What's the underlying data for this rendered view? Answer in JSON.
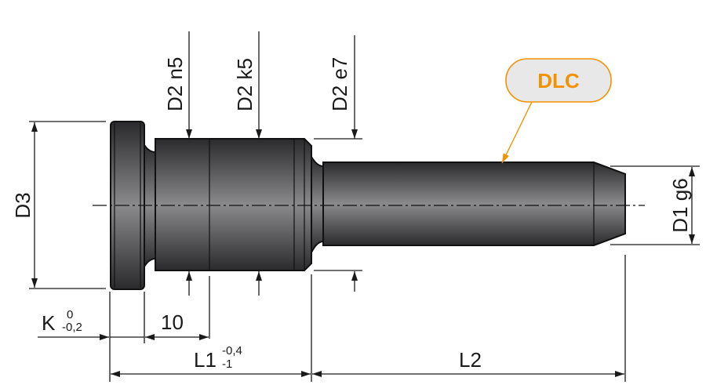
{
  "labels": {
    "d3": "D3",
    "d2_n5": "D2 n5",
    "d2_k5": "D2 k5",
    "d2_e7": "D2 e7",
    "d1_g6": "D1 g6",
    "k": "K",
    "k_upper": "0",
    "k_lower": "-0,2",
    "ten": "10",
    "l1": "L1",
    "l1_upper": "-0,4",
    "l1_lower": "-1",
    "l2": "L2",
    "coating": "DLC"
  },
  "colors": {
    "accent": "#f39200",
    "bubble_fill": "#e8e8e8",
    "part_dark": "#2e2e30",
    "part_light": "#8a8a8c"
  }
}
